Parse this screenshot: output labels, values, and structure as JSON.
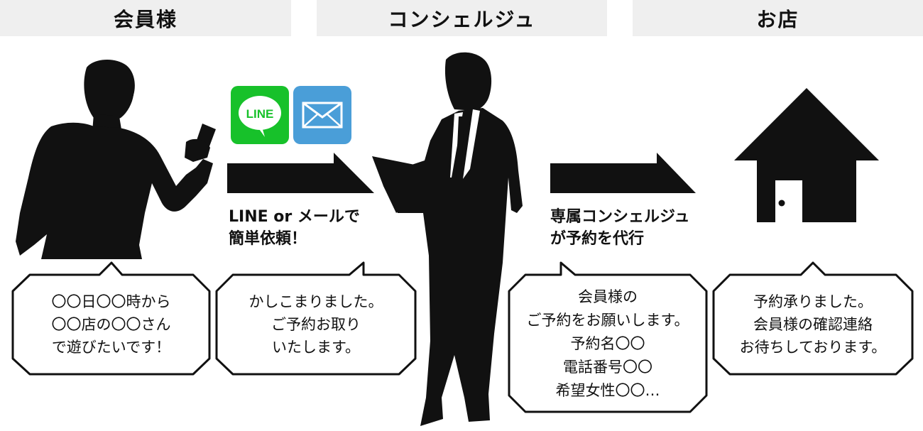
{
  "headers": {
    "member": "会員様",
    "concierge": "コンシェルジュ",
    "shop": "お店"
  },
  "icons": {
    "line_label": "LINE",
    "line_icon": "line-app-icon",
    "mail_icon": "mail-envelope-icon",
    "line_color": "#17c12a",
    "mail_color": "#4a9ed8"
  },
  "captions": {
    "request": "LINE or メールで\n簡単依頼！",
    "proxy": "専属コンシェルジュ\nが予約を代行"
  },
  "bubbles": {
    "member": "〇〇日〇〇時から\n〇〇店の〇〇さん\nで遊びたいです！",
    "concierge_reply": "かしこまりました。\nご予約お取り\nいたします。",
    "concierge_to_shop": "会員様の\nご予約をお願いします。\n予約名〇〇\n電話番号〇〇\n希望女性〇〇…",
    "shop_reply": "予約承りました。\n会員様の確認連絡\nお待ちしております。"
  }
}
